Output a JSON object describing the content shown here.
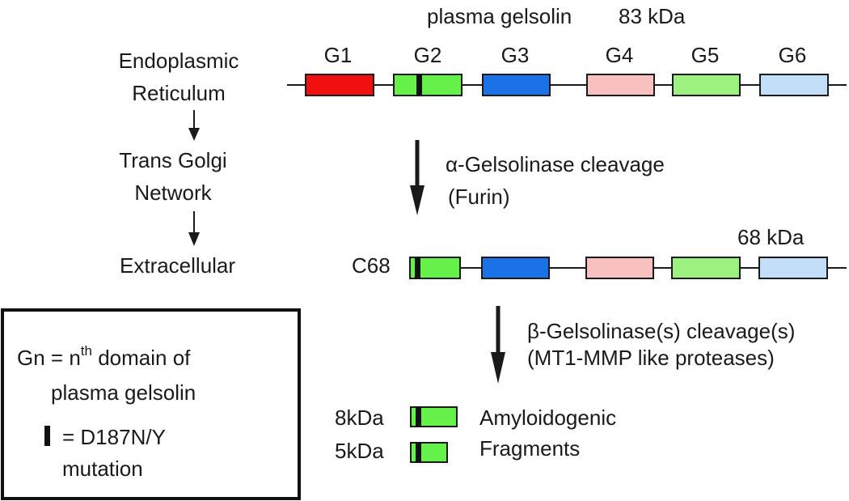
{
  "protein": {
    "title": "plasma gelsolin",
    "full_mass": "83 kDa",
    "cleaved_mass": "68 kDa",
    "cleaved_name": "C68"
  },
  "domains": [
    {
      "label": "G1",
      "color": "#f01010"
    },
    {
      "label": "G2",
      "color": "#66f04a"
    },
    {
      "label": "G3",
      "color": "#1a72e6"
    },
    {
      "label": "G4",
      "color": "#f9c0c0"
    },
    {
      "label": "G5",
      "color": "#9df27f"
    },
    {
      "label": "G6",
      "color": "#c2def8"
    }
  ],
  "locations": {
    "er_line1": "Endoplasmic",
    "er_line2": "Reticulum",
    "golgi_line1": "Trans Golgi",
    "golgi_line2": "Network",
    "extracellular": "Extracellular"
  },
  "steps": {
    "alpha_symbol": "α",
    "alpha_text": "-Gelsolinase cleavage",
    "alpha_enzyme": "(Furin)",
    "beta_symbol": "β",
    "beta_text": "-Gelsolinase(s) cleavage(s)",
    "beta_enzyme": "(MT1-MMP like proteases)"
  },
  "fragments": {
    "large_mass": "8kDa",
    "small_mass": "5kDa",
    "label_line1": "Amyloidogenic",
    "label_line2": "Fragments"
  },
  "legend": {
    "gn_prefix": "Gn = n",
    "gn_sup": "th",
    "gn_suffix": " domain of",
    "gn_line2": "plasma gelsolin",
    "mutation_line1": "= D187N/Y",
    "mutation_line2": "mutation"
  }
}
